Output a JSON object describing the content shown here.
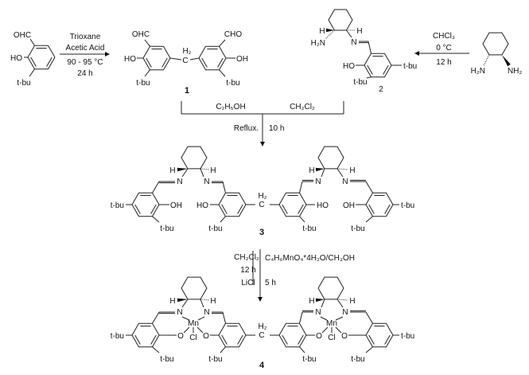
{
  "reactions": {
    "step1": {
      "reagents": [
        "Trioxane",
        "Acetic Acid",
        "90 - 95 °C",
        "24 h"
      ]
    },
    "step2": {
      "reagents": [
        "CHCl₃",
        "0 °C",
        "12 h"
      ]
    },
    "step3": {
      "solvents": [
        "C₂H₅OH",
        "CH₂Cl₂"
      ],
      "conditions": [
        "Reflux.",
        "10 h"
      ]
    },
    "step4": {
      "left": [
        "CH₂Cl₂",
        "12 h",
        "LiCl"
      ],
      "right": [
        "C₄H₆MnO₄*4H₂O/CH₃OH",
        "5 h"
      ]
    }
  },
  "compounds": {
    "c1": "1",
    "c2": "2",
    "c3": "3",
    "c4": "4"
  },
  "atoms": {
    "OHC": "OHC",
    "CHO": "CHO",
    "HO": "HO",
    "OH": "OH",
    "tbu": "t-bu",
    "H2": "H₂",
    "C": "C",
    "H": "H",
    "N": "N",
    "NH2": "NH₂",
    "H2N": "H₂N",
    "Mn": "Mn",
    "Cl": "Cl",
    "O": "O"
  }
}
